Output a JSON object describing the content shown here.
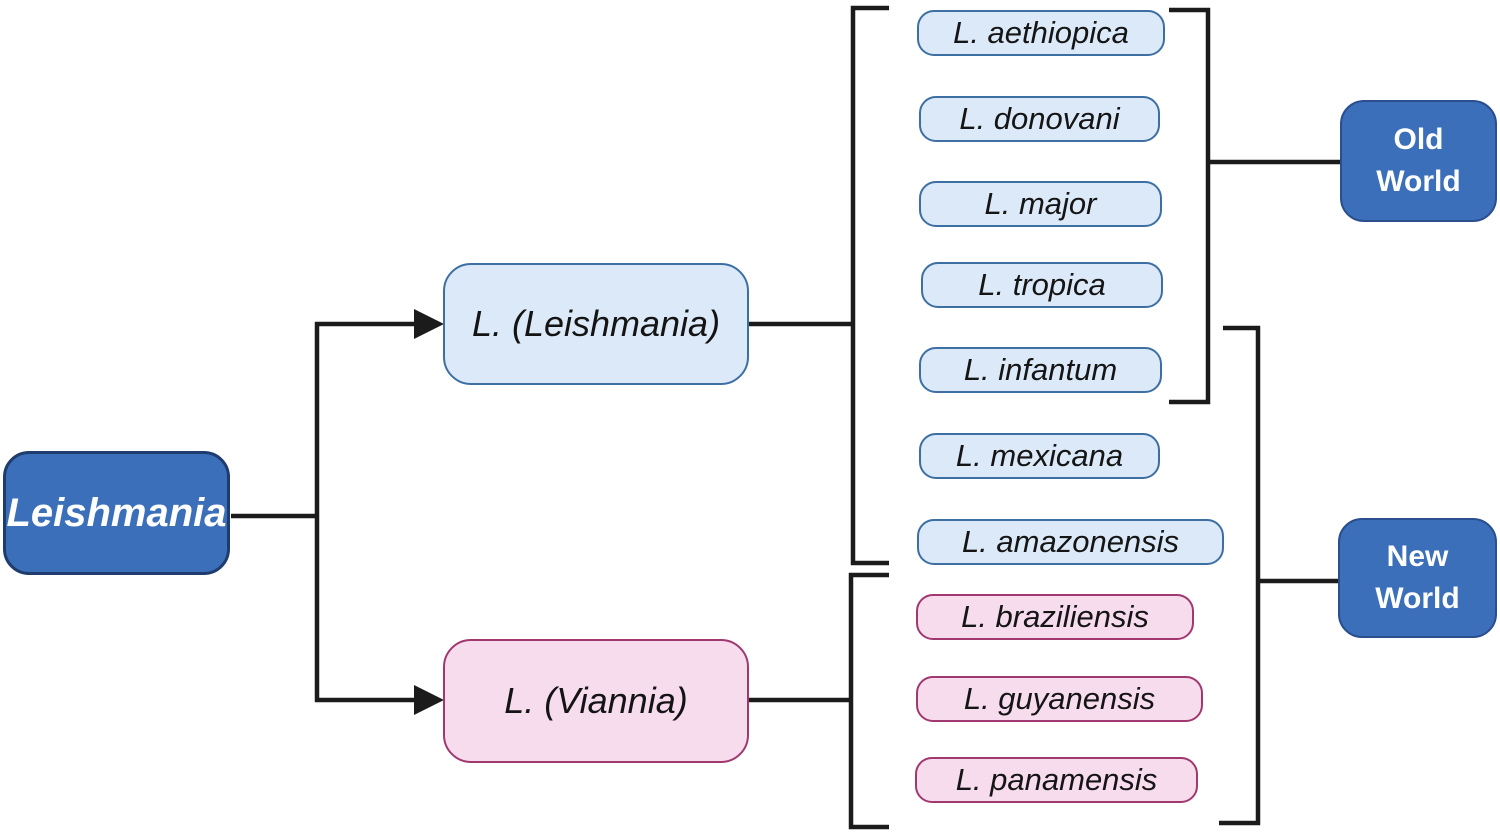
{
  "colors": {
    "dark_blue_fill": "#3b6fba",
    "dark_blue_border": "#1f3c6e",
    "light_blue_fill": "#dce9f8",
    "light_blue_border": "#3e6fa3",
    "pink_fill": "#f7dcee",
    "pink_border": "#a1386f",
    "connector_line": "#1b1b1b",
    "text_dark": "#151515",
    "text_light": "#ffffff"
  },
  "diagram": {
    "root": {
      "label": "Leishmania"
    },
    "subgenera": [
      {
        "label": "L. (Leishmania)"
      },
      {
        "label": "L. (Viannia)"
      }
    ],
    "species": [
      {
        "label": "L. aethiopica",
        "subgenus": "L. (Leishmania)",
        "region": "Old World"
      },
      {
        "label": "L. donovani",
        "subgenus": "L. (Leishmania)",
        "region": "Old World"
      },
      {
        "label": "L. major",
        "subgenus": "L. (Leishmania)",
        "region": "Old World"
      },
      {
        "label": "L. tropica",
        "subgenus": "L. (Leishmania)",
        "region": "Old World"
      },
      {
        "label": "L. infantum",
        "subgenus": "L. (Leishmania)",
        "region": "Old World"
      },
      {
        "label": "L. mexicana",
        "subgenus": "L. (Leishmania)",
        "region": "New World"
      },
      {
        "label": "L. amazonensis",
        "subgenus": "L. (Leishmania)",
        "region": "New World"
      },
      {
        "label": "L. braziliensis",
        "subgenus": "L. (Viannia)",
        "region": "New World"
      },
      {
        "label": "L. guyanensis",
        "subgenus": "L. (Viannia)",
        "region": "New World"
      },
      {
        "label": "L. panamensis",
        "subgenus": "L. (Viannia)",
        "region": "New World"
      }
    ],
    "regions": [
      {
        "label": "Old\nWorld"
      },
      {
        "label": "New\nWorld"
      }
    ]
  }
}
